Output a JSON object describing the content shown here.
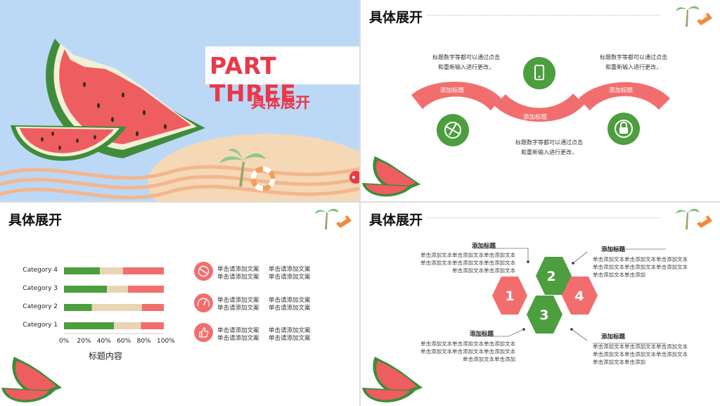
{
  "slide1": {
    "title": "PART THREE",
    "subtitle": "具体展开"
  },
  "slide2": {
    "title": "具体展开",
    "arc_labels": [
      "添加标题",
      "添加标题",
      "添加标题"
    ],
    "texts": [
      {
        "line1": "标题数字等都可以通过点击",
        "line2": "和重新输入进行更改，"
      },
      {
        "line1": "标题数字等都可以通过点击",
        "line2": "和重新输入进行更改，"
      },
      {
        "line1": "标题数字等都可以通过点击",
        "line2": "和重新输入进行更改，"
      }
    ],
    "icons": [
      "phone-icon",
      "globe-icon",
      "lock-icon"
    ]
  },
  "slide3": {
    "title": "具体展开",
    "chart_data": {
      "type": "bar",
      "orientation": "horizontal",
      "stacked": "percent",
      "categories": [
        "Category 1",
        "Category 2",
        "Category 3",
        "Category 4"
      ],
      "series": [
        {
          "values": [
            50,
            28,
            43,
            36
          ],
          "color": "#4c9e3f"
        },
        {
          "values": [
            27,
            50,
            21,
            23
          ],
          "color": "#e8d5b4"
        },
        {
          "values": [
            23,
            22,
            36,
            41
          ],
          "color": "#f26e6e"
        }
      ],
      "xticks": [
        "0%",
        "20%",
        "40%",
        "60%",
        "80%",
        "100%"
      ],
      "xlabel": "标题内容",
      "xlim": [
        0,
        100
      ],
      "grid": false
    },
    "items": [
      {
        "icon": "globe-icon",
        "a1": "单击请添加文案",
        "a2": "单击请添加文案",
        "b1": "单击请添加文案",
        "b2": "单击请添加文案"
      },
      {
        "icon": "gauge-icon",
        "a1": "单击请添加文案",
        "a2": "单击请添加文案",
        "b1": "单击请添加文案",
        "b2": "单击请添加文案"
      },
      {
        "icon": "thumbs-up-icon",
        "a1": "单击请添加文案",
        "a2": "单击请添加文案",
        "b1": "单击请添加文案",
        "b2": "单击请添加文案"
      }
    ]
  },
  "slide4": {
    "title": "具体展开",
    "hexes": [
      "1",
      "2",
      "3",
      "4"
    ],
    "blocks": [
      {
        "title": "添加标题",
        "lines": [
          "单击添加文本单击添加文本单击添加文本",
          "单击添加文本单击添加文本单击添加文本",
          "单击添加文本单击添加文本"
        ]
      },
      {
        "title": "添加标题",
        "lines": [
          "单击添加文本单击添加文本单击添加文本",
          "单击添加文本单击添加文本单击添加文本",
          "单击添加文本单击添加"
        ]
      },
      {
        "title": "添加标题",
        "lines": [
          "单击添加文本单击添加文本单击添加文本",
          "单击添加文本单击添加文本单击添加文本",
          "单击添加文本单击添加"
        ]
      },
      {
        "title": "添加标题",
        "lines": [
          "单击添加文本单击添加文本单击添加文本",
          "单击添加文本单击添加文本单击添加文本",
          "单击添加文本单击添加"
        ]
      }
    ]
  },
  "colors": {
    "red": "#e8394a",
    "pink": "#f26e6e",
    "green": "#4c9e3f",
    "sky": "#bcd8f7",
    "sand": "#f5d8b5"
  }
}
